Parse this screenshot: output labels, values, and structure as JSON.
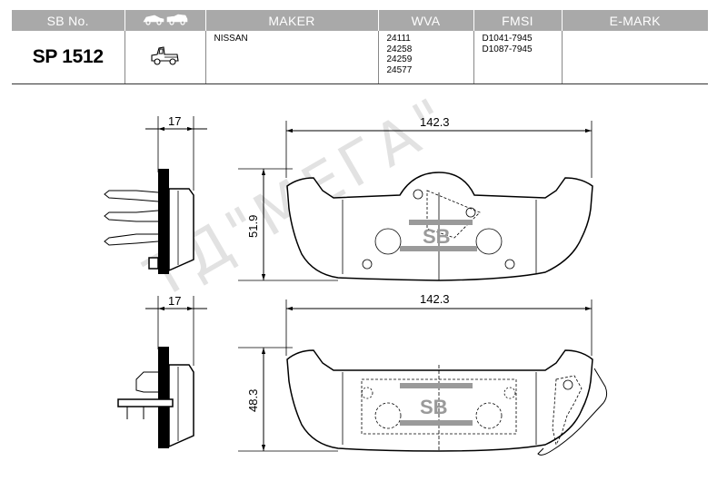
{
  "table": {
    "headers": {
      "sb_no": "SB No.",
      "maker": "MAKER",
      "wva": "WVA",
      "fmsi": "FMSI",
      "emark": "E-MARK"
    },
    "header_icon": "car-types-icon",
    "row": {
      "sb_no": "SP 1512",
      "icon": "pickup-truck-icon",
      "maker": "NISSAN",
      "wva": [
        "24111",
        "24258",
        "24259",
        "24577"
      ],
      "fmsi": [
        "D1041-7945",
        "D1087-7945"
      ],
      "emark": ""
    }
  },
  "dimensions": {
    "top_thickness": "17",
    "top_width": "142.3",
    "top_height": "51.9",
    "bottom_thickness": "17",
    "bottom_width": "142.3",
    "bottom_height": "48.3"
  },
  "watermark": "ТД\"МЕГА\"",
  "pad_logo": "SB",
  "colors": {
    "header_bg": "#a9a9a9",
    "header_text": "#ffffff",
    "watermark": "#e2e2e2"
  }
}
